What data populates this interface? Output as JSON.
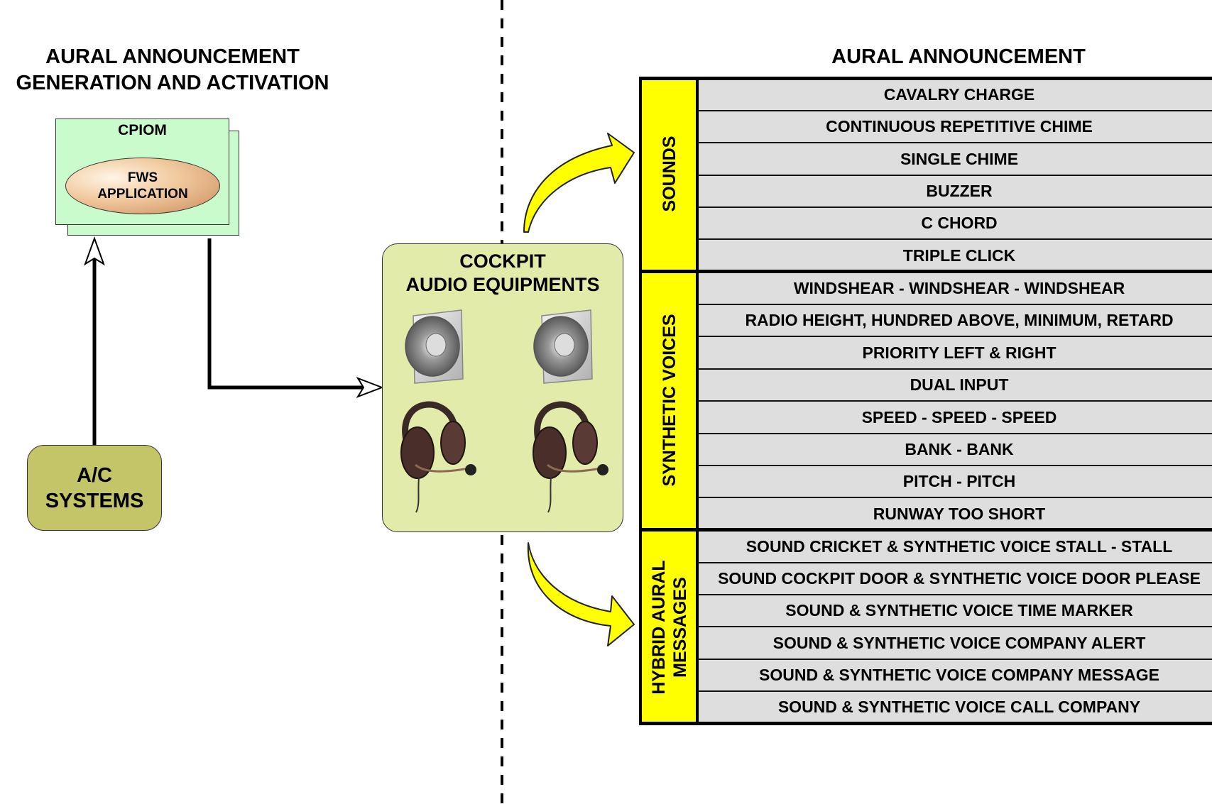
{
  "left_heading": {
    "line1": "AURAL ANNOUNCEMENT",
    "line2": "GENERATION AND ACTIVATION"
  },
  "cpiom": {
    "label": "CPIOM",
    "app_line1": "FWS",
    "app_line2": "APPLICATION"
  },
  "ac_systems": {
    "line1": "A/C",
    "line2": "SYSTEMS"
  },
  "cockpit": {
    "line1": "COCKPIT",
    "line2": "AUDIO EQUIPMENTS"
  },
  "right_heading": "AURAL ANNOUNCEMENT",
  "categories": [
    {
      "label": "SOUNDS",
      "items": [
        "CAVALRY CHARGE",
        "CONTINUOUS REPETITIVE CHIME",
        "SINGLE CHIME",
        "BUZZER",
        "C CHORD",
        "TRIPLE CLICK"
      ]
    },
    {
      "label": "SYNTHETIC VOICES",
      "items": [
        "WINDSHEAR - WINDSHEAR - WINDSHEAR",
        "RADIO HEIGHT, HUNDRED ABOVE, MINIMUM, RETARD",
        "PRIORITY LEFT & RIGHT",
        "DUAL INPUT",
        "SPEED - SPEED - SPEED",
        "BANK - BANK",
        "PITCH - PITCH",
        "RUNWAY TOO SHORT"
      ]
    },
    {
      "label_line1": "HYBRID AURAL",
      "label_line2": "MESSAGES",
      "items": [
        "SOUND CRICKET & SYNTHETIC VOICE STALL - STALL",
        "SOUND COCKPIT DOOR & SYNTHETIC VOICE DOOR PLEASE",
        "SOUND & SYNTHETIC VOICE TIME MARKER",
        "SOUND & SYNTHETIC VOICE COMPANY ALERT",
        "SOUND & SYNTHETIC VOICE COMPANY MESSAGE",
        "SOUND & SYNTHETIC VOICE CALL COMPANY"
      ]
    }
  ],
  "colors": {
    "category_fill": "#ffff00",
    "row_fill": "#dedede",
    "cpiom_fill": "#c9fbcd",
    "ac_fill": "#c4c468",
    "cockpit_fill": "#e2eba9",
    "curved_arrow_fill": "#ffff00"
  }
}
